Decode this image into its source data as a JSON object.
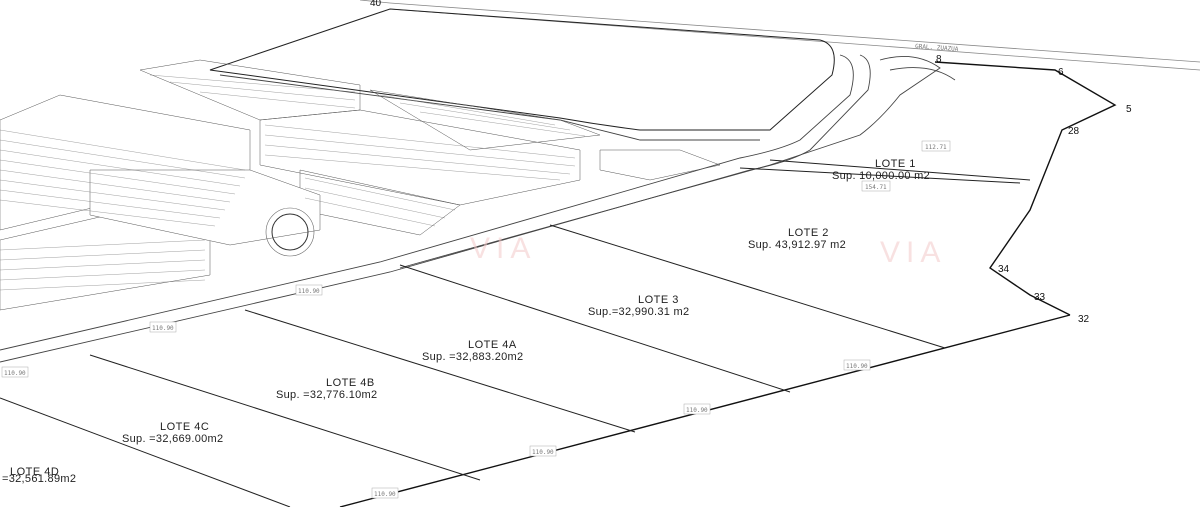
{
  "plan": {
    "road_label": "GRAL. ZUAZUA",
    "top_corner_label": "40",
    "vertices": [
      "8",
      "6",
      "5",
      "28",
      "34",
      "33",
      "32"
    ],
    "lots": [
      {
        "name": "LOTE 1",
        "area": "Sup. 10,000.00 m2"
      },
      {
        "name": "LOTE 2",
        "area": "Sup. 43,912.97 m2"
      },
      {
        "name": "LOTE 3",
        "area": "Sup.=32,990.31 m2"
      },
      {
        "name": "LOTE 4A",
        "area": "Sup. =32,883.20m2"
      },
      {
        "name": "LOTE 4B",
        "area": "Sup. =32,776.10m2"
      },
      {
        "name": "LOTE 4C",
        "area": "Sup. =32,669.00m2"
      },
      {
        "name": "LOTE 4D",
        "area": "=32,561.89m2"
      }
    ],
    "dimensions": [
      "112.71",
      "154.71",
      "110.90",
      "110.90",
      "110.90",
      "110.90",
      "110.90",
      "110.90",
      "110.90"
    ],
    "watermark": "VIA",
    "line_color": "#222222",
    "watermark_color": "#f3caca"
  }
}
